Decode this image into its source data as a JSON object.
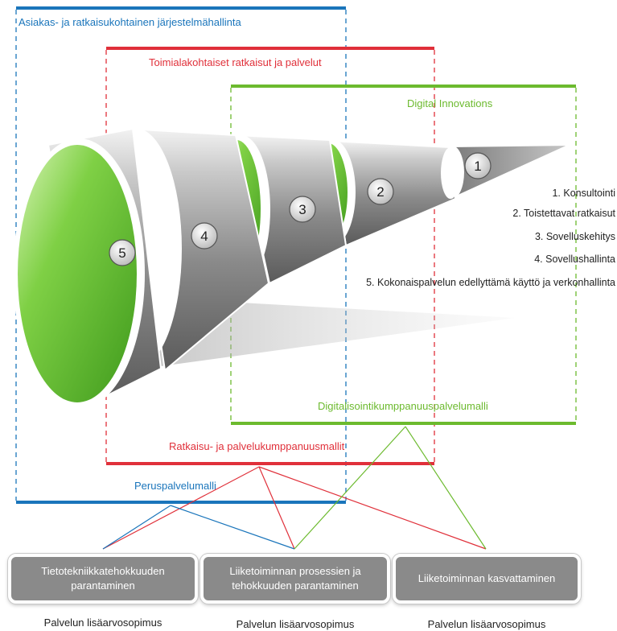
{
  "frames": {
    "outer_title": "Asiakas- ja ratkaisukohtainen järjestelmähallinta",
    "middle_title": "Toimialakohtaiset ratkaisut ja palvelut",
    "inner_title": "Digital Innovations",
    "outer_bottom": "Peruspalvelumalli",
    "middle_bottom": "Ratkaisu- ja palvelukumppanuusmallit",
    "inner_bottom": "Digitalisointikumppanuuspalvelumalli"
  },
  "segments": [
    "1",
    "2",
    "3",
    "4",
    "5"
  ],
  "legend": [
    "1. Konsultointi",
    "2. Toistettavat ratkaisut",
    "3. Sovelluskehitys",
    "4. Sovellushallinta",
    "5. Kokonaispalvelun edellyttämä käyttö ja verkonhallinta"
  ],
  "boxes": [
    "Tietotekniikkatehokkuuden parantaminen",
    "Liiketoiminnan prosessien ja tehokkuuden parantaminen",
    "Liiketoiminnan kasvattaminen"
  ],
  "footers": [
    "Palvelun lisäarvosopimus",
    "Palvelun lisäarvosopimus",
    "Palvelun lisäarvosopimus"
  ],
  "colors": {
    "blue": "#1a75bb",
    "red": "#e0303a",
    "green": "#6cba2e",
    "segment_gray": "#8f8f8f",
    "segment_green": "#6cc23a",
    "box_gray": "#8a8a8a"
  }
}
